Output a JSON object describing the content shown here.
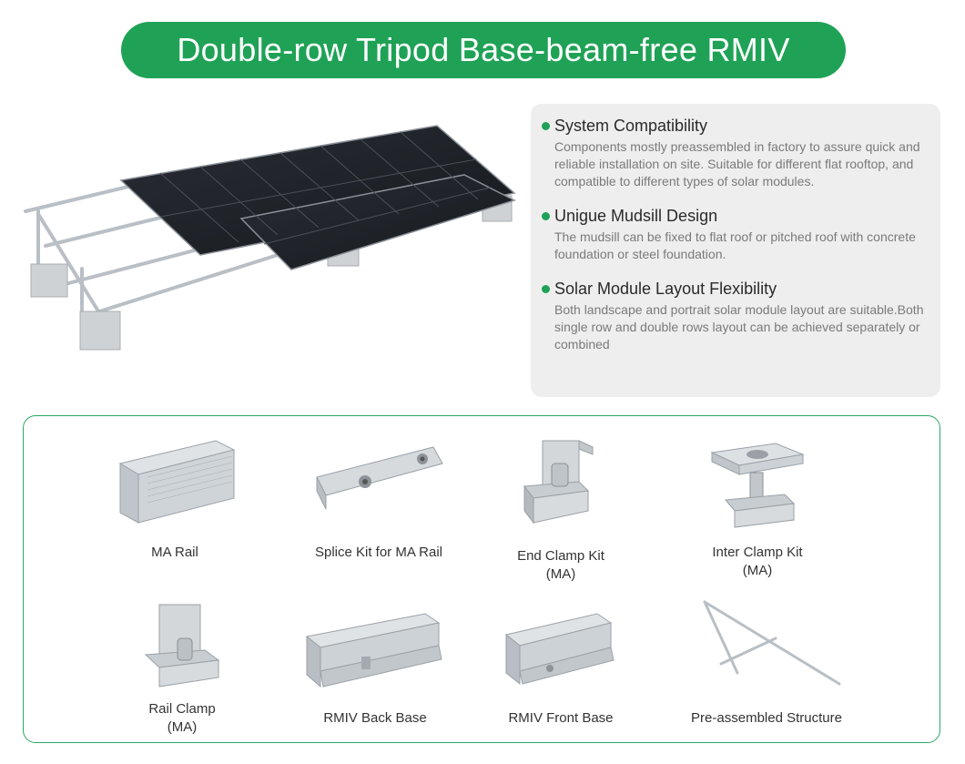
{
  "title": "Double-row Tripod Base-beam-free RMIV",
  "features": [
    {
      "title": "System Compatibility",
      "desc": "Components mostly preassembled in factory to assure quick and reliable installation on site. Suitable for different flat rooftop, and compatible to different types of solar modules."
    },
    {
      "title": "Unigue Mudsill Design",
      "desc": "The mudsill can be fixed to flat roof or pitched roof with concrete foundation or steel foundation."
    },
    {
      "title": "Solar Module Layout Flexibility",
      "desc": "Both landscape and portrait solar module layout are suitable.Both single row and double rows layout can be achieved separately or combined"
    }
  ],
  "parts": [
    {
      "line1": "MA Rail",
      "line2": ""
    },
    {
      "line1": "Splice Kit for MA Rail",
      "line2": ""
    },
    {
      "line1": "End Clamp Kit",
      "line2": "(MA)"
    },
    {
      "line1": "Inter Clamp Kit",
      "line2": "(MA)"
    },
    {
      "line1": "Rail Clamp",
      "line2": "(MA)"
    },
    {
      "line1": "RMIV Back Base",
      "line2": ""
    },
    {
      "line1": "RMIV Front Base",
      "line2": ""
    },
    {
      "line1": "Pre-assembled Structure",
      "line2": ""
    }
  ],
  "colors": {
    "accent": "#1fa256",
    "panel_bg": "#eeeeee",
    "solar_panel": "#1c1f24",
    "metal": "#c9ced3"
  }
}
